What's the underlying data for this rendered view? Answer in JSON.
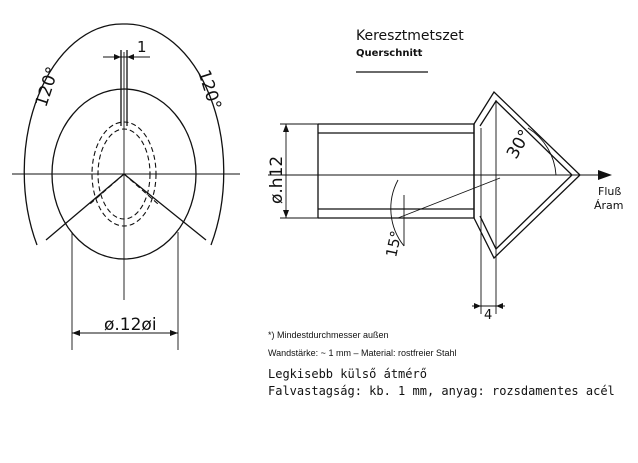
{
  "labels": {
    "angle_left": "120°",
    "angle_right": "120°",
    "wall_dim": "1",
    "bottom_dim": "ø.12øi",
    "vert_dim": "ø.h12",
    "tip_angle": "30°",
    "side_angle": "15°",
    "inner_dim": "4",
    "title_hu": "Keresztmetszet",
    "title_de": "Querschnitt",
    "flow_de": "Fluß",
    "flow_hu": "Áram"
  },
  "notes": {
    "note_de_1": "*) Mindestdurchmesser außen",
    "note_de_2": "Wandstärke: ~ 1 mm – Material: rostfreier Stahl",
    "note_hu_1": "Legkisebb külső átmérő",
    "note_hu_2": "Falvastagság: kb. 1 mm, anyag: rozsdamentes acél"
  }
}
